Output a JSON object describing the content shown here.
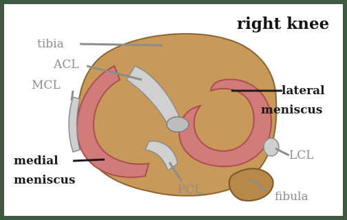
{
  "diagram": {
    "title": "right knee",
    "labels": {
      "tibia": "tibia",
      "acl": "ACL",
      "mcl": "MCL",
      "lateral_meniscus_line1": "lateral",
      "lateral_meniscus_line2": "meniscus",
      "medial_meniscus_line1": "medial",
      "medial_meniscus_line2": "meniscus",
      "lcl": "LCL",
      "pcl": "PCL",
      "fibula": "fibula"
    }
  },
  "colors": {
    "frame": "#3f5a40",
    "bone": "#c89a5a",
    "meniscus": "#d07a7a",
    "ligament": "#c8c8c8",
    "label_gray": "#8c8c8c",
    "label_dark": "#1a1a1a"
  }
}
